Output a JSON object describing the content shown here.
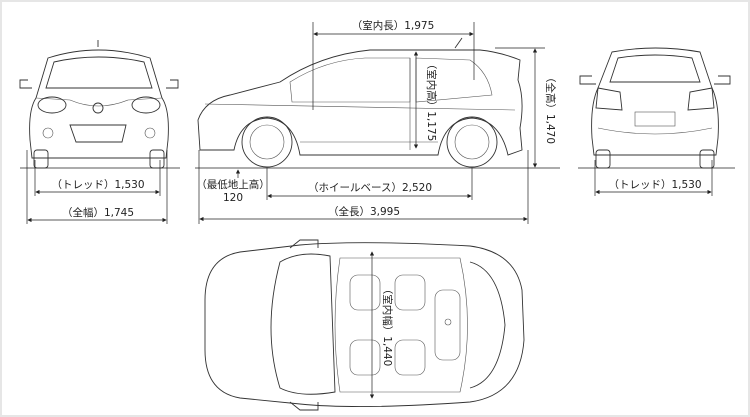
{
  "front_view": {
    "tread": "（トレッド）1,530",
    "width": "（全幅）1,745"
  },
  "side_view": {
    "interior_length": "（室内長）1,975",
    "interior_height": "（室内高）1,175",
    "overall_height": "（全高）1,470",
    "ground_clearance_label": "（最低地上高）",
    "ground_clearance_value": "120",
    "wheelbase": "（ホイールベース）2,520",
    "overall_length": "（全長）3,995"
  },
  "rear_view": {
    "tread": "（トレッド）1,530"
  },
  "top_view": {
    "interior_width": "（室内幅）1,440"
  }
}
